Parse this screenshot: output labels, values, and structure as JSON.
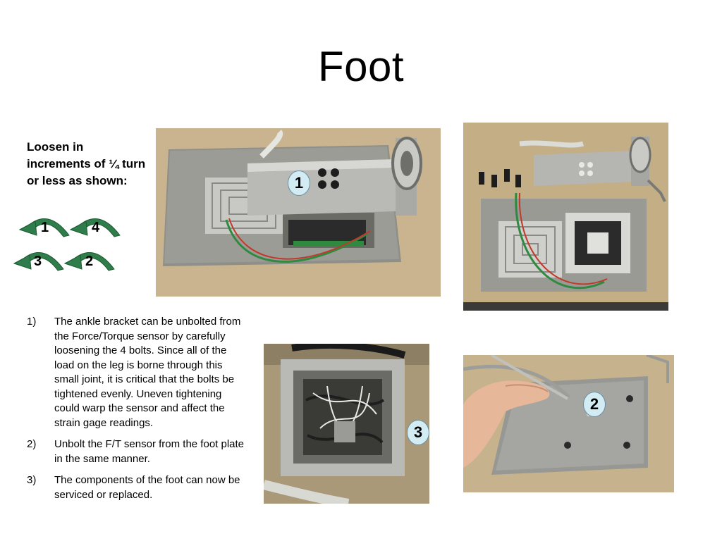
{
  "slide": {
    "title": "Foot",
    "instruction": "Loosen in increments of ¼ turn or less as shown:",
    "bolt_pattern": {
      "top_left": "1",
      "top_right": "4",
      "bottom_left": "3",
      "bottom_right": "2"
    },
    "steps": [
      {
        "num": "1)",
        "text": "The ankle bracket can be unbolted from the Force/Torque sensor by carefully loosening the 4 bolts. Since all of the load on the leg is borne through this small joint, it is critical that the bolts be tightened evenly.  Uneven tightening could warp the sensor and affect the strain gage readings."
      },
      {
        "num": "2)",
        "text": "Unbolt the F/T sensor from the foot plate in the same manner."
      },
      {
        "num": "3)",
        "text": "The components of the foot can now be serviced or replaced."
      }
    ],
    "photo_labels": {
      "photo1": "1",
      "photo2": "2",
      "photo3": "3"
    }
  },
  "colors": {
    "arrow_green": "#2e7d4a",
    "badge_fill": "#d3ecf4",
    "table_wood": "#c9b48f"
  }
}
